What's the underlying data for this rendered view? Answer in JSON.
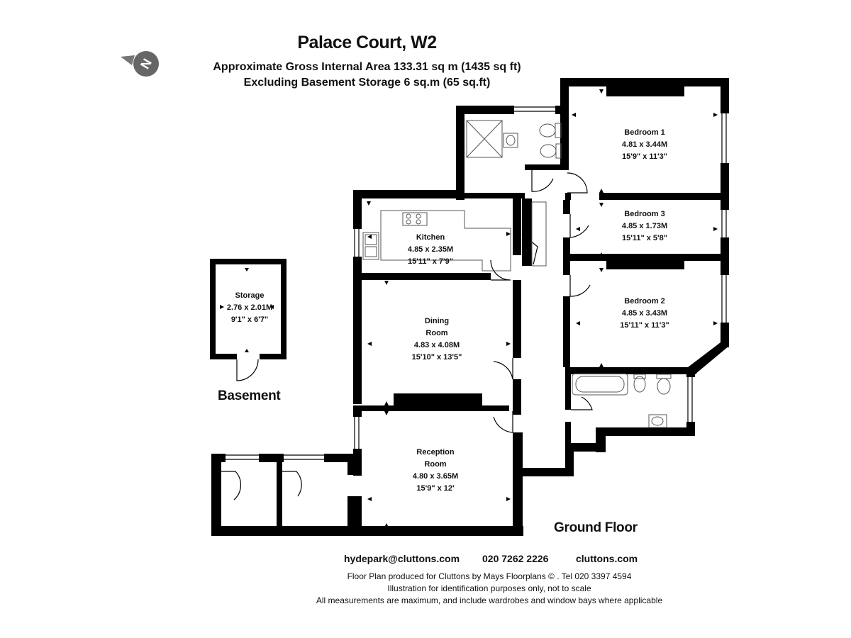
{
  "header": {
    "title": "Palace Court, W2",
    "area_line": "Approximate Gross Internal Area 133.31 sq m  (1435 sq ft)",
    "storage_line": "Excluding Basement Storage  6 sq.m (65 sq.ft)"
  },
  "compass": {
    "icon": "north-arrow-icon",
    "letter": "N"
  },
  "floors": {
    "basement": "Basement",
    "ground": "Ground Floor"
  },
  "rooms": {
    "storage": {
      "name": "Storage",
      "metric": "2.76 x 2.01M",
      "imperial": "9'1\" x 6'7\""
    },
    "kitchen": {
      "name": "Kitchen",
      "metric": "4.85 x 2.35M",
      "imperial": "15'11\" x 7'9\""
    },
    "dining": {
      "name1": "Dining",
      "name2": "Room",
      "metric": "4.83 x 4.08M",
      "imperial": "15'10\" x 13'5\""
    },
    "reception": {
      "name1": "Reception",
      "name2": "Room",
      "metric": "4.80 x 3.65M",
      "imperial": "15'9\" x 12'"
    },
    "bedroom1": {
      "name": "Bedroom 1",
      "metric": "4.81 x 3.44M",
      "imperial": "15'9\" x 11'3\""
    },
    "bedroom3": {
      "name": "Bedroom 3",
      "metric": "4.85 x 1.73M",
      "imperial": "15'11\" x 5'8\""
    },
    "bedroom2": {
      "name": "Bedroom 2",
      "metric": "4.85 x 3.43M",
      "imperial": "15'11\" x 11'3\""
    }
  },
  "contact": {
    "email": "hydepark@cluttons.com",
    "phone": "020 7262 2226",
    "website": "cluttons.com"
  },
  "footer": {
    "line1": "Floor Plan produced for Cluttons by Mays Floorplans  © . Tel 020 3397 4594",
    "line2": "Illustration for identification purposes only, not to scale",
    "line3": "All measurements are maximum, and include wardrobes and window bays where applicable"
  },
  "colors": {
    "wall": "#000000",
    "fixture": "#555555",
    "compass_bg": "#666666"
  }
}
